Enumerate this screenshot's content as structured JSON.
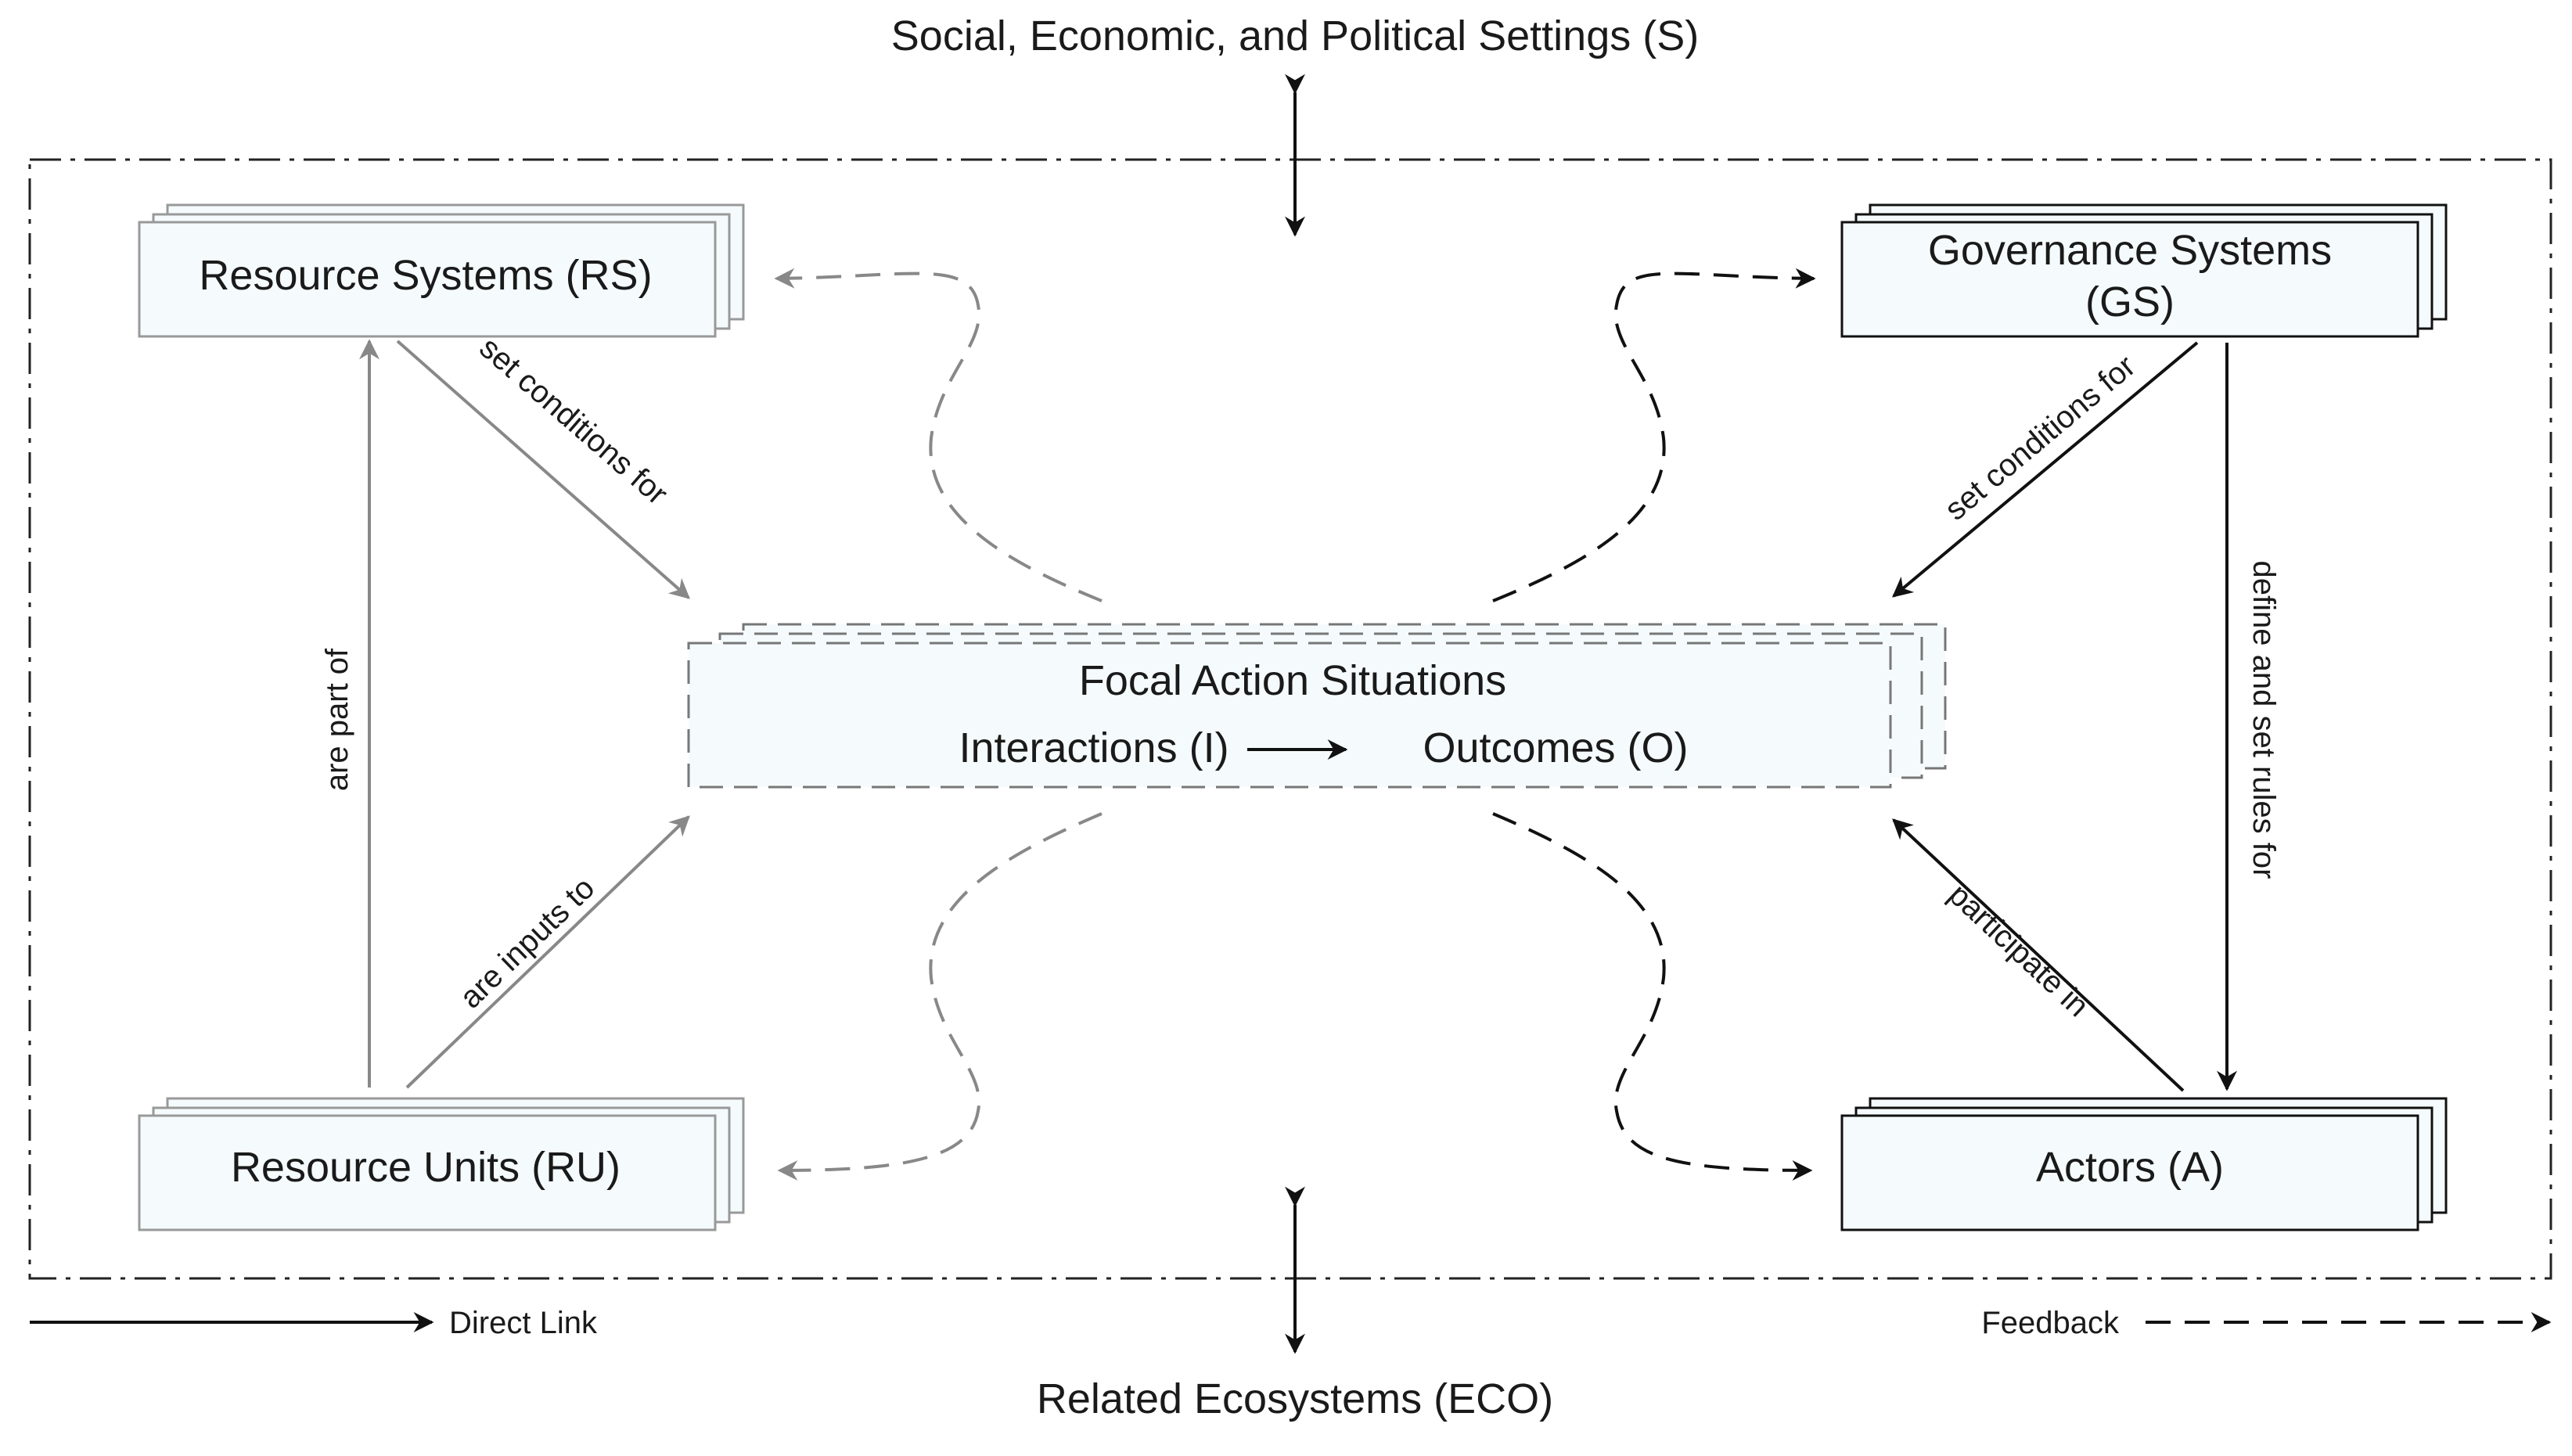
{
  "settings": {
    "top": "Social, Economic, and Political Settings (S)",
    "bottom": "Related Ecosystems (ECO)"
  },
  "boxes": {
    "rs": "Resource Systems (RS)",
    "gs_line1": "Governance Systems",
    "gs_line2": "(GS)",
    "ru": "Resource Units (RU)",
    "actors": "Actors (A)"
  },
  "focal": {
    "title": "Focal Action Situations",
    "interactions": "Interactions (I)",
    "outcomes": "Outcomes (O)"
  },
  "links": {
    "rs_to_focal": "set conditions for",
    "ru_part_of_rs": "are part of",
    "ru_to_focal": "are inputs to",
    "gs_to_focal": "set conditions for",
    "gs_to_actors": "define and set rules for",
    "actors_to_focal": "participate in"
  },
  "legend": {
    "direct": "Direct Link",
    "feedback": "Feedback"
  },
  "colors": {
    "gray_link": "#888888",
    "black_link": "#111111",
    "box_fill": "#f5fbfc"
  }
}
